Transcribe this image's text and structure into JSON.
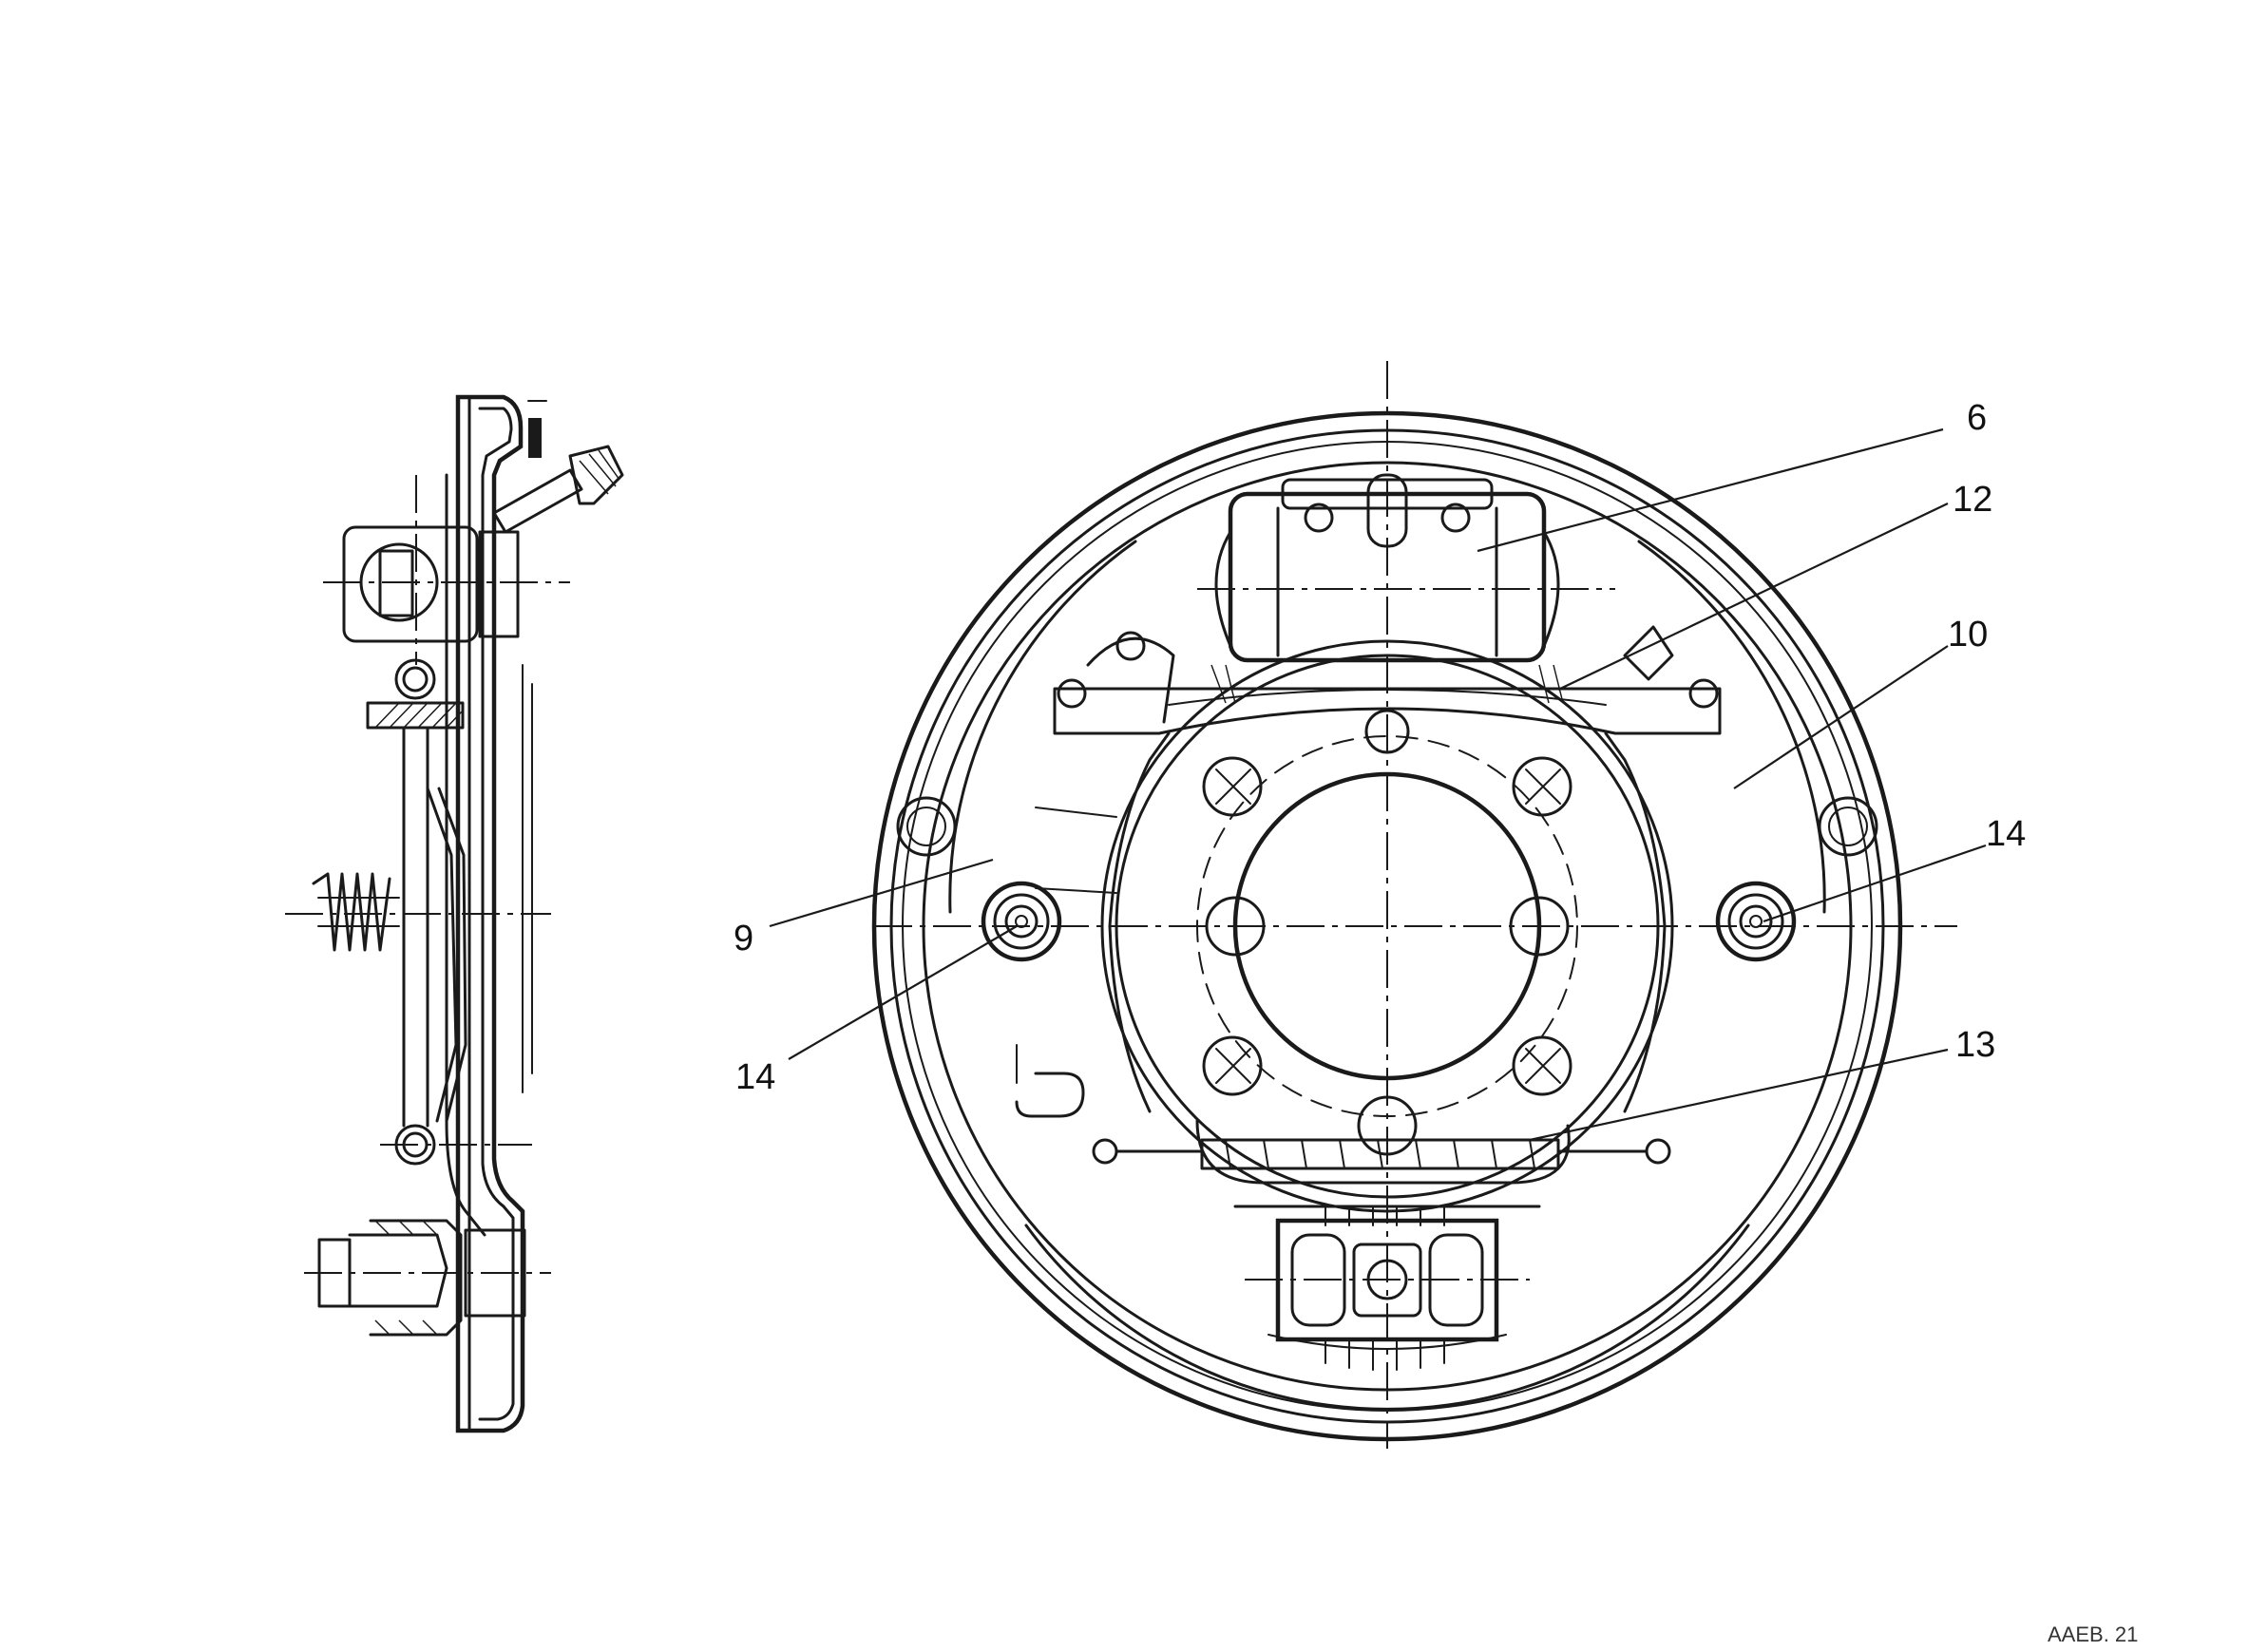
{
  "callouts": [
    {
      "id": "c6",
      "label": "6"
    },
    {
      "id": "c12",
      "label": "12"
    },
    {
      "id": "c10",
      "label": "10"
    },
    {
      "id": "c14r",
      "label": "14"
    },
    {
      "id": "c9",
      "label": "9"
    },
    {
      "id": "c14l",
      "label": "14"
    },
    {
      "id": "c13",
      "label": "13"
    }
  ],
  "drawing_code": "AAEB. 21",
  "colors": {
    "ink": "#1a1a1a",
    "background": "#ffffff"
  }
}
